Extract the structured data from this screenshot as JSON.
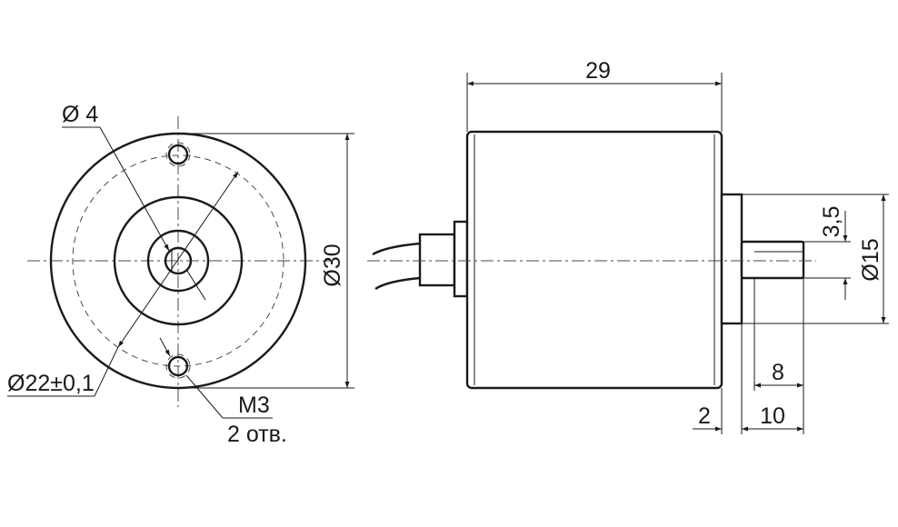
{
  "labels": {
    "hole_diameter": "Ø 4",
    "pitch_diameter": "Ø22±0,1",
    "thread": "M3",
    "holes": "2 отв.",
    "body_diameter": "Ø30",
    "length": "29",
    "shaft_flat": "3,5",
    "flange_diameter": "Ø15",
    "shaft_flat_length": "8",
    "flange_thickness": "2",
    "shaft_length": "10"
  }
}
